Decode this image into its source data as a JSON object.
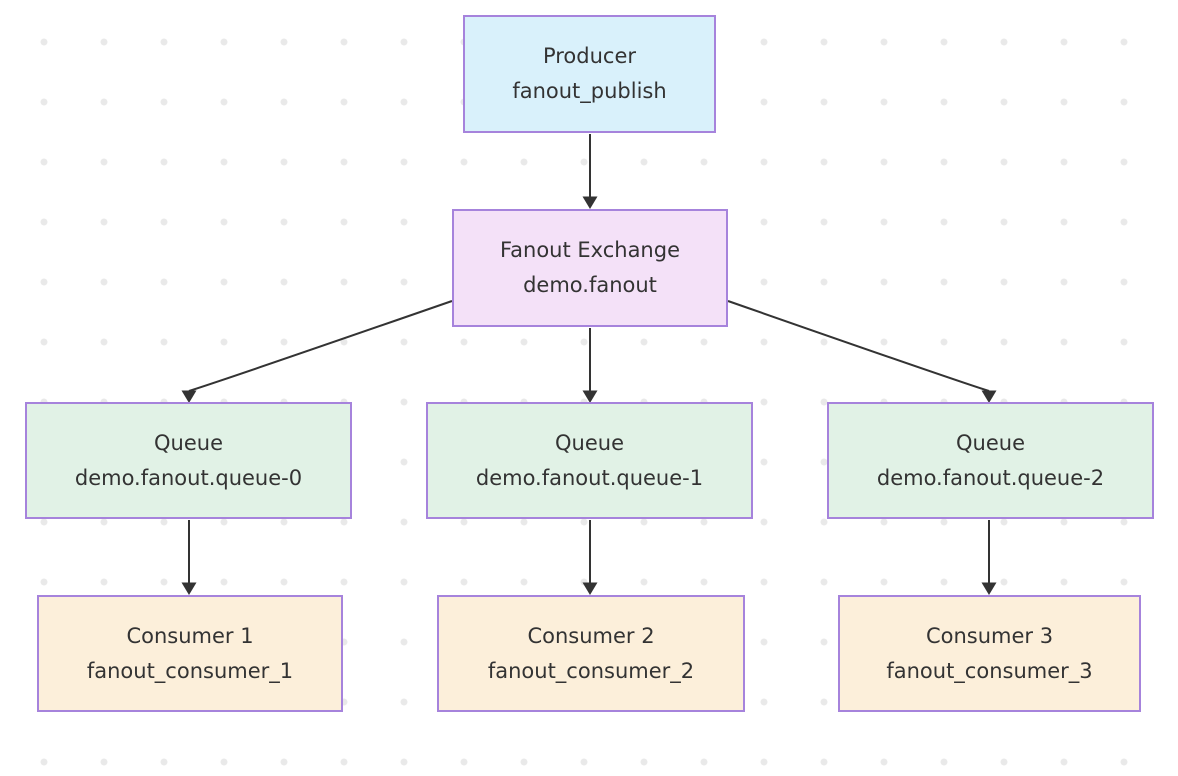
{
  "diagram_type": "flowchart",
  "background": {
    "canvas_color": "#ffffff",
    "dot_color": "#e9e9e9"
  },
  "colors": {
    "node_border": "#a683dc",
    "edge_line": "#333333",
    "text": "#333333",
    "producer_fill": "#d9f1fb",
    "exchange_fill": "#f4e1f8",
    "queue_fill": "#e1f2e6",
    "consumer_fill": "#fcefda"
  },
  "nodes": {
    "producer": {
      "title": "Producer",
      "subtitle": "fanout_publish"
    },
    "exchange": {
      "title": "Fanout Exchange",
      "subtitle": "demo.fanout"
    },
    "queue0": {
      "title": "Queue",
      "subtitle": "demo.fanout.queue-0"
    },
    "queue1": {
      "title": "Queue",
      "subtitle": "demo.fanout.queue-1"
    },
    "queue2": {
      "title": "Queue",
      "subtitle": "demo.fanout.queue-2"
    },
    "consumer1": {
      "title": "Consumer 1",
      "subtitle": "fanout_consumer_1"
    },
    "consumer2": {
      "title": "Consumer 2",
      "subtitle": "fanout_consumer_2"
    },
    "consumer3": {
      "title": "Consumer 3",
      "subtitle": "fanout_consumer_3"
    }
  },
  "edges": [
    {
      "from": "producer",
      "to": "exchange"
    },
    {
      "from": "exchange",
      "to": "queue0"
    },
    {
      "from": "exchange",
      "to": "queue1"
    },
    {
      "from": "exchange",
      "to": "queue2"
    },
    {
      "from": "queue0",
      "to": "consumer1"
    },
    {
      "from": "queue1",
      "to": "consumer2"
    },
    {
      "from": "queue2",
      "to": "consumer3"
    }
  ]
}
